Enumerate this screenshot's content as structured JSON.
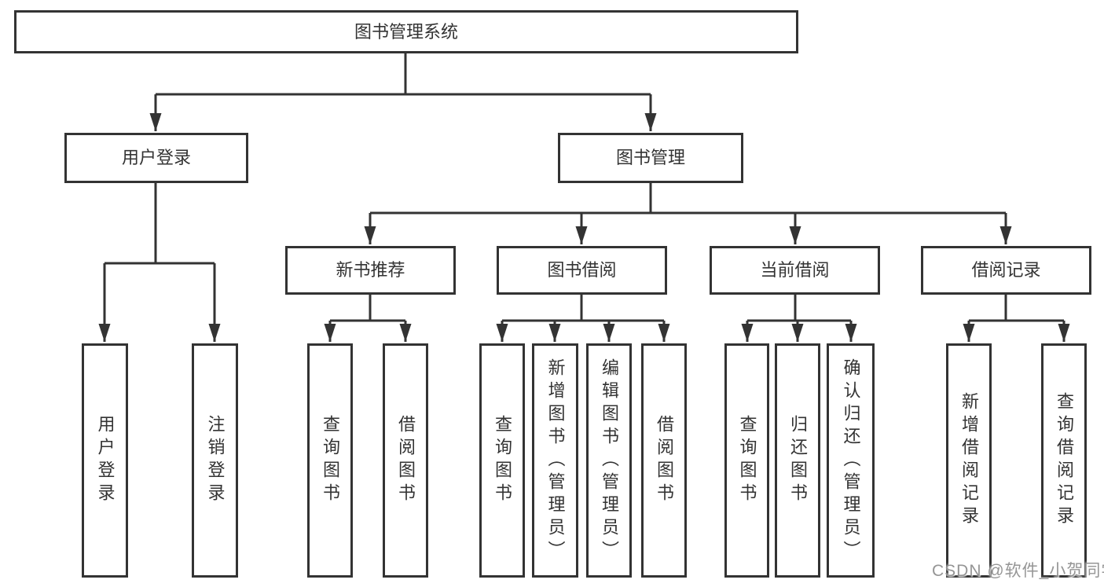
{
  "tree": {
    "root": "图书管理系统",
    "branches": [
      {
        "label": "用户登录",
        "children": [
          "用户登录",
          "注销登录"
        ]
      },
      {
        "label": "图书管理",
        "groups": [
          {
            "label": "新书推荐",
            "children": [
              "查询图书",
              "借阅图书"
            ]
          },
          {
            "label": "图书借阅",
            "children": [
              "查询图书",
              "新增图书（管理员）",
              "编辑图书（管理员）",
              "借阅图书"
            ]
          },
          {
            "label": "当前借阅",
            "children": [
              "查询图书",
              "归还图书",
              "确认归还（管理员）"
            ]
          },
          {
            "label": "借阅记录",
            "children": [
              "新增借阅记录",
              "查询借阅记录"
            ]
          }
        ]
      }
    ]
  },
  "watermark": {
    "text": "CSDN @软件_小贺同学"
  },
  "colors": {
    "line": "#333333",
    "box_border": "#333333",
    "box_background": "#ffffff",
    "text": "#333333",
    "watermark": "#8a8a8a"
  }
}
